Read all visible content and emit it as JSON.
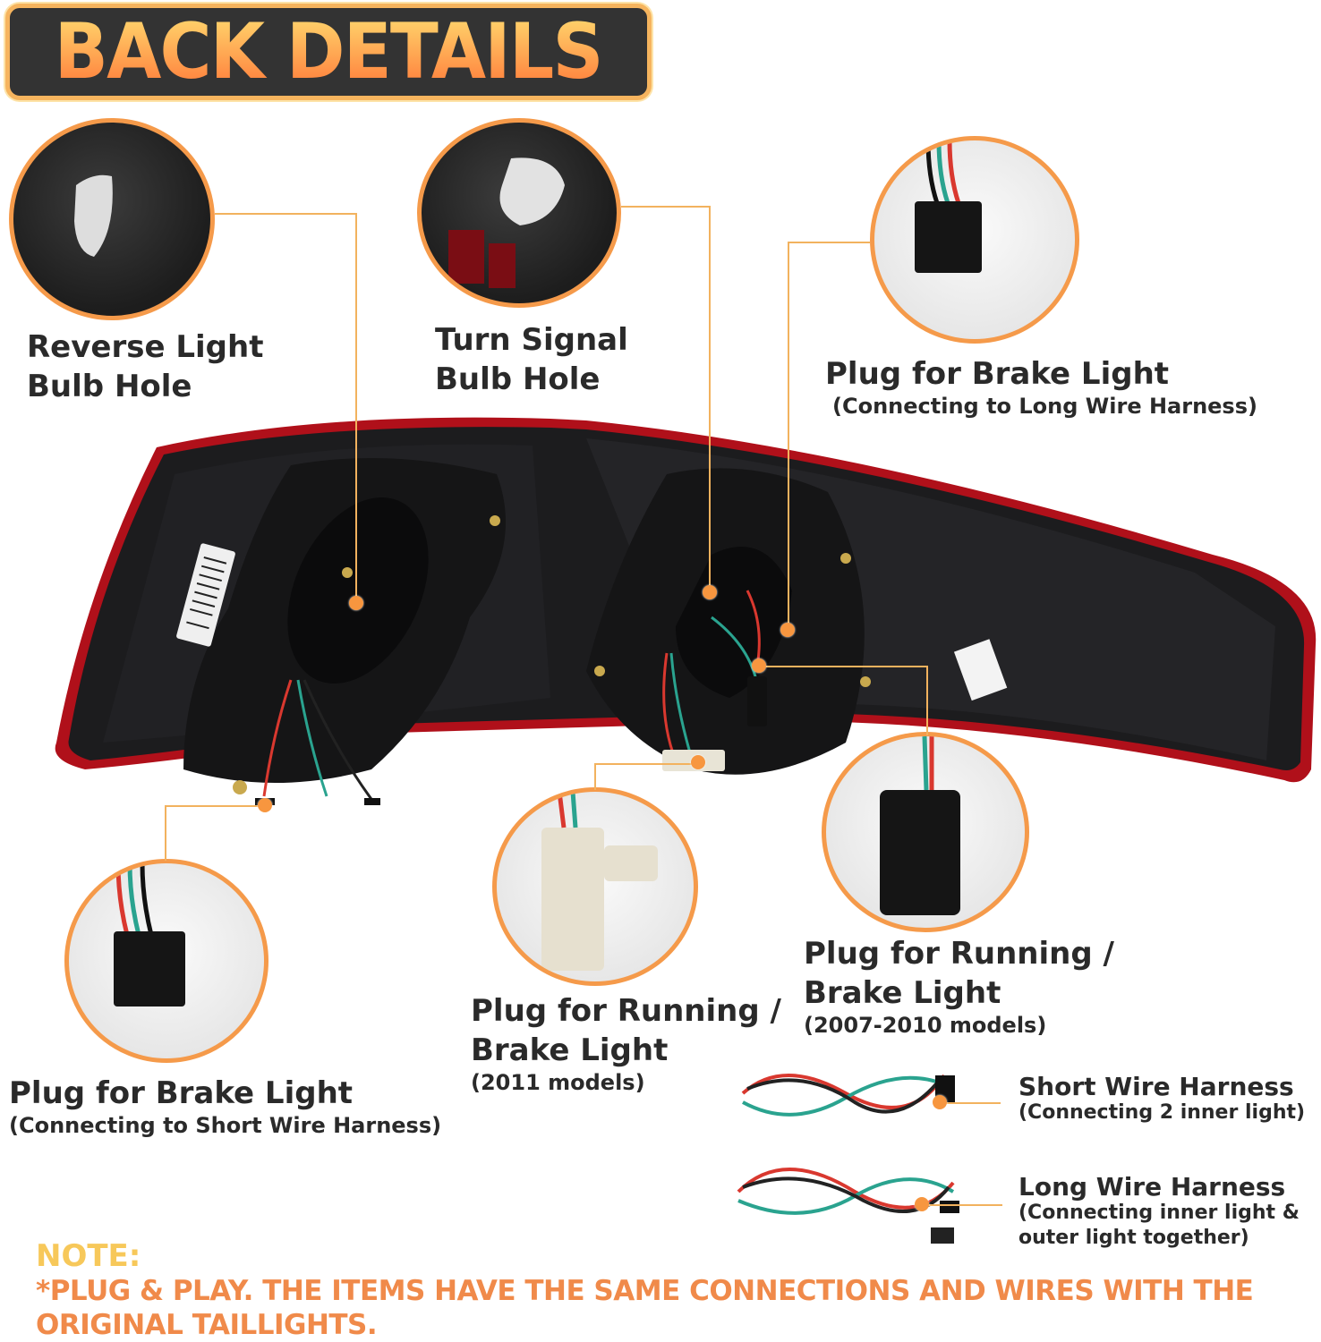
{
  "header": {
    "title": "BACK DETAILS"
  },
  "callouts": {
    "reverse_light": {
      "line1": "Reverse Light",
      "line2": "Bulb Hole"
    },
    "turn_signal": {
      "line1": "Turn Signal",
      "line2": "Bulb Hole"
    },
    "brake_long": {
      "title": "Plug for Brake Light",
      "subtitle": "(Connecting to Long Wire Harness)"
    },
    "brake_short": {
      "title": "Plug for Brake Light",
      "subtitle": "(Connecting to Short Wire Harness)"
    },
    "running_2011": {
      "line1": "Plug for Running /",
      "line2": "Brake Light",
      "subtitle": "(2011 models)"
    },
    "running_2007": {
      "line1": "Plug for Running /",
      "line2": "Brake Light",
      "subtitle": "(2007-2010 models)"
    },
    "short_harness": {
      "title": "Short Wire Harness",
      "subtitle": "(Connecting 2 inner light)"
    },
    "long_harness": {
      "title": "Long Wire Harness",
      "subtitle_line1": "(Connecting inner light &",
      "subtitle_line2": "outer light together)"
    }
  },
  "note": {
    "heading": "NOTE:",
    "line1": "*PLUG & PLAY. THE ITEMS HAVE THE SAME CONNECTIONS AND WIRES WITH THE",
    "line2": "ORIGINAL TAILLIGHTS."
  },
  "colors": {
    "accent_orange": "#f59a4a",
    "title_bg": "#333333",
    "note_heading": "#f7c85a",
    "note_body": "#f08a4a",
    "taillight_red": "#c8141e"
  }
}
